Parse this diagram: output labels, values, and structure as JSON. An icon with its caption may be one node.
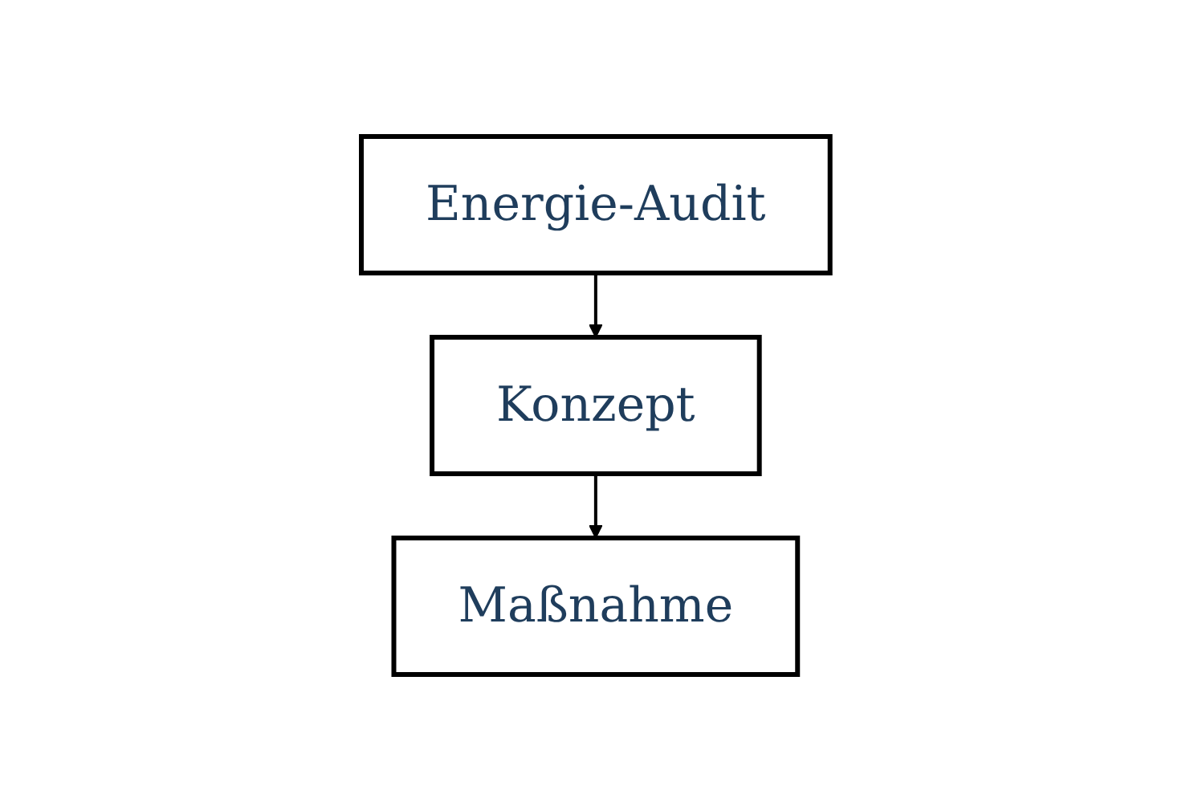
{
  "diagram": {
    "nodes": [
      {
        "text": [
          "Energie-Audit"
        ]
      },
      {
        "text": [
          "Konzept"
        ]
      },
      {
        "text": [
          "Maßnahme"
        ]
      }
    ],
    "edges": [
      {
        "from": 0,
        "to": 1,
        "arrow": "to"
      },
      {
        "from": 1,
        "to": 2,
        "arrow": "to"
      }
    ]
  }
}
